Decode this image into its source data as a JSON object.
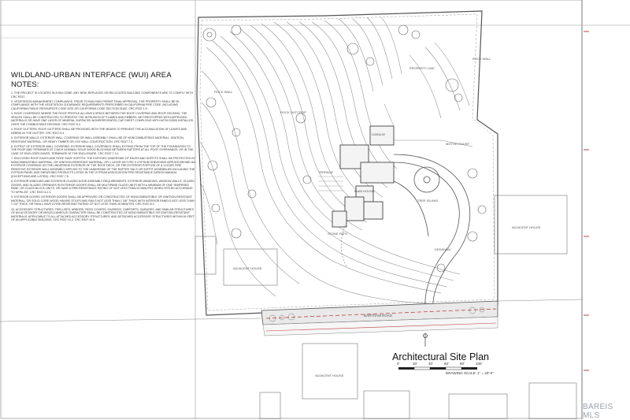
{
  "notes": {
    "title": "WILDLAND-URBAN INTERFACE (WUI) AREA",
    "subtitle": "NOTES:",
    "items": [
      "1. THE PROJECT IS LOCATED IN A WUI ZONE. ANY NEW, REPLACED OR RELOCATED BUILDING COMPONENTS ARE TO COMPLY WITH CRC R337.",
      "2. VEGETATION MANAGEMENT COMPLIANCE: PRIOR TO BUILDING PERMIT FINAL APPROVAL, THE PROPERTY SHALL BE IN COMPLIANCE WITH THE VEGETATION CLEARANCE REQUIREMENTS PRESCRIBED IN CALIFORNIA FIRE CODE, INCLUDING CALIFORNIA PUBLIC RESOURCES CODE 4291 OR CALIFORNIA CODE SECTION 51182. CRC R337.1.5.",
      "3. ROOF COVERINGS WHERE THE ROOF PROFILE ALLOWS A SPACE BETWEEN THE ROOF COVERING AND ROOF DECKING, THE SPACES SHALL BE CONSTRUCTED TO PREVENT THE INTRUSION OF FLAMES AND EMBERS, BE FIRESTOPPED WITH APPROVED MATERIALS OR HAVE ONE LAYER OF MINERAL SURFACED NONPERFORATED CAP SHEET COMPLYING WITH ASTM D3909 INSTALLED OVER THE COMBUSTIBLE DECKING. CRC R337.5.2.",
      "4. ROOF GUTTERS: ROOF GUTTERS SHALL BE PROVIDED WITH THE MEANS TO PREVENT THE ACCUMULATION OF LEAVES AND DEBRIS IN THE GUTTER. CRC R337.5.4.",
      "5. EXTERIOR WALLS: EXTERIOR WALL COVERING OR WALL ASSEMBLY SHALL BE OF NONCOMBUSTIBLE MATERIAL, IGNITION-RESISTANT MATERIAL, OR HEAVY TIMBER OR LOG WALL CONSTRUCTION. CRC R337.7.3.",
      "6. EXTENT OF EXTERIOR WALL COVERING: EXTERIOR WALL COVERINGS SHALL EXTEND FROM THE TOP OF THE FOUNDATION TO THE ROOF AND TERMINATE AT 2 INCH NOMINAL SOLID WOOD BLOCKING BETWEEN RAFTERS AT ALL ROOF OVERHANGS, OR IN THE CASE OF ENCLOSED EAVES, TERMINATE AT THE ENCLOSURE. CRC R337.7.3.1.",
      "7. ENCLOSED ROOF EAVES AND ROOF EAVE SOFFITS: THE EXPOSED UNDERSIDE OF EAVES AND SOFFITS SHALL BE PROTECTED BY NONCOMBUSTIBLE MATERIAL, OR IGNITION-RESISTANT MATERIAL, OR 1 LAYER 5/8 TYPE X GYPSUM SHEATHING APPLIED BEHIND AN EXTERIOR COVERING ON THE UNDERSIDE EXTERIOR OF THE ROOF DECK, OR THE EXTERIOR PORTION OF A 1-HOUR FIRE RESISTIVE EXTERIOR WALL ASSEMBLY APPLIED TO THE UNDERSIDE OF THE RAFTER TAILS OR SOFFIT ASSEMBLIES INCLUDING THE GYPSUM PANEL AND SHEATHING PRODUCTS LISTED IN THE GYPSUM ASSOCIATION FIRE RESISTANCE DESIGN MANUAL. (EXCEPTIONS ARE LISTED). CRC R337.7.5.",
      "8. EXTERIOR WINDOWS AND EXTERIOR GLAZED DOOR ASSEMBLY REQUIREMENTS: EXTERIOR WINDOWS, WINDOW WALLS, GLAZED DOORS, AND GLAZED OPENINGS IN EXTERIOR DOORS SHALL BE MULTIPANE GLASS UNITS WITH A MINIMUM OF ONE TEMPERED PANE, OR GLASS BLOCK UNITS, OR HAVE A FIRE-RESISTANCE RATING OF NOT LESS THAN 20 MINUTES WHEN TESTED ACCORDING TO NFPA 257. CRC R337.8.2.1.",
      "9. EXTERIOR DOORS: EXTERIOR DOORS SHALL BE APPROVED OR CONSTRUCTED OF NONCOMBUSTIBLE OR IGNITION-RESISTANT MATERIAL, OR SOLID CORE WOOD HAVING STILES AND RAILS NOT LESS THAN 1 3/8\" THICK WITH INTERIOR PANELS NOT LESS THAN 1 1/4\" THICK, OR SHALL HAVE A FIRE-RESISTANT RATING OF NOT LESS THAN 20 MINUTES. CRC R337.8.3.",
      "10. ACCESSORY STRUCTURES: TRELLISES, ARBORS, PATIO COVERS, GAZEBOS, CARPORTS, GARAGES, AND SIMILAR STRUCTURES OF AN ACCESSORY OR MISCELLANEOUS CHARACTER SHALL BE CONSTRUCTED OF NONCOMBUSTIBLE OR IGNITION-RESISTANT MATERIALS, APPLICABLE TO ALL ATTACHED ACCESSORY STRUCTURES, AND DETACHED ACCESSORY STRUCTURES WITHIN 50 FEET OF AN APPLICABLE BUILDING. CRC R337.10.3. CRC R337.10.5."
    ]
  },
  "plan": {
    "title": "Architectural Site Plan",
    "scale_ticks": [
      "0'",
      "20'",
      "40'",
      "60'",
      "80'",
      "100'"
    ],
    "scale_note": "DRAWING SCALE: 1\" = 20'-0\"",
    "road_label": "BARTHAM ROAD",
    "labels": {
      "rock_wall_top": "ROCK WALL",
      "rock_wall_left": "ROCK WALL",
      "rock_outcrop": "ROCK OUTCROP",
      "motor_court": "MOTOR COURT",
      "tree_island": "TREE ISLAND",
      "driveway": "DRIVEWAY",
      "stone_path": "STONE PATH",
      "terrace": "TERRACE",
      "adjacent_house_right": "ADJACENT HOUSE",
      "adjacent_house_left": "ADJACENT HOUSE",
      "adjacent_house_bottom": "ADJACENT HOUSE",
      "property_line": "PROPERTY LINE",
      "garage": "GARAGE",
      "main_house": "MAIN HOUSE"
    }
  },
  "watermark": "BAREIS MLS",
  "colors": {
    "line": "#555555",
    "contour": "#8a8a8a",
    "accent": "#c04040",
    "road_fill": "#e9e9e9"
  }
}
